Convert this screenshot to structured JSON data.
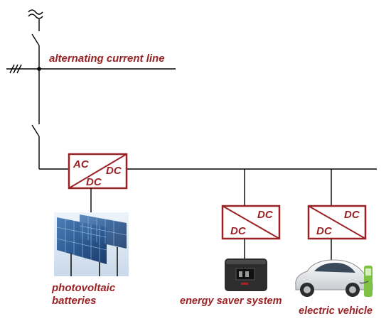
{
  "colors": {
    "accent": "#9b2224",
    "line": "#000000"
  },
  "labels": {
    "ac_line": "alternating current line",
    "photovoltaic_line1": "photovoltaic",
    "photovoltaic_line2": "batteries",
    "energy_saver": "energy saver system",
    "electric_vehicle": "electric vehicle"
  },
  "converters": {
    "main": {
      "left": "AC",
      "right": "DC",
      "bottom": "DC"
    },
    "energy_saver": {
      "top": "DC",
      "bottom": "DC"
    },
    "vehicle": {
      "top": "DC",
      "bottom": "DC"
    }
  },
  "icons": {
    "ac_symbol": "ac-sine-icon",
    "three_phase": "three-phase-hash-icon",
    "switch": "switch-icon",
    "solar_panels": "solar-panel-icon",
    "storage_unit": "energy-storage-unit-icon",
    "car": "electric-car-icon",
    "charger": "charging-station-icon"
  }
}
